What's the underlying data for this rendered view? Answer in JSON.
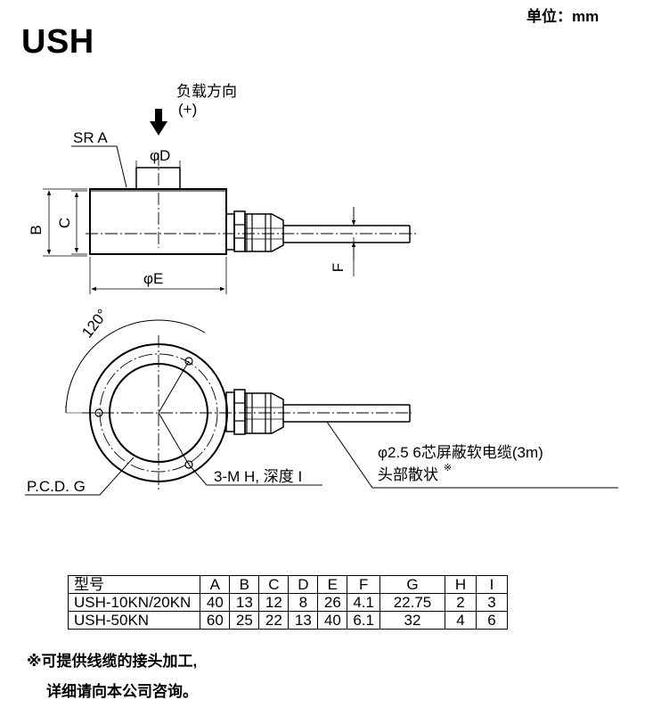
{
  "header": {
    "unit": "单位：mm",
    "title": "USH"
  },
  "side_view": {
    "load_direction": "负载方向",
    "load_sign": "(+)",
    "sr_label": "SR A",
    "d_label": "φD",
    "b_label": "B",
    "c_label": "C",
    "e_label": "φE",
    "f_label": "F"
  },
  "top_view": {
    "angle_label": "120°",
    "cable_label": "φ2.5  6芯屏蔽软电缆(3m)",
    "cable_end": "头部散状",
    "cable_mark": "※",
    "pcd_label": "P.C.D. G",
    "hole_label": "3-M H, 深度 I"
  },
  "table": {
    "headers": [
      "型号",
      "A",
      "B",
      "C",
      "D",
      "E",
      "F",
      "G",
      "H",
      "I"
    ],
    "rows": [
      [
        "USH-10KN/20KN",
        "40",
        "13",
        "12",
        "8",
        "26",
        "4.1",
        "22.75",
        "2",
        "3"
      ],
      [
        "USH-50KN",
        "60",
        "25",
        "22",
        "13",
        "40",
        "6.1",
        "32",
        "4",
        "6"
      ]
    ]
  },
  "notes": {
    "line1": "※可提供线缆的接头加工,",
    "line2": "详细请向本公司咨询。"
  }
}
